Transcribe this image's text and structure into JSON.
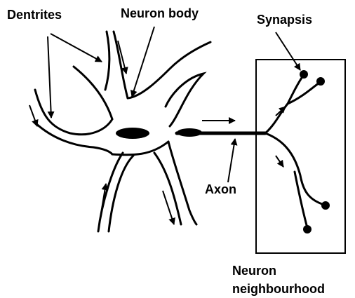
{
  "labels": {
    "dendrites": "Dentrites",
    "neuron_body": "Neuron body",
    "synapsis": "Synapsis",
    "axon": "Axon",
    "neighbourhood_line1": "Neuron",
    "neighbourhood_line2": "neighbourhood"
  },
  "colors": {
    "ink": "#000000",
    "background": "#ffffff"
  }
}
